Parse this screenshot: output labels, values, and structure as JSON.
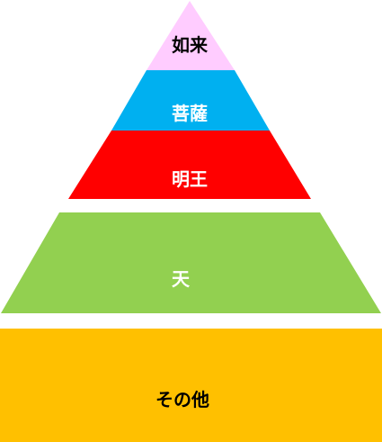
{
  "tiers": [
    {
      "label": "如来",
      "color": "#ffccff",
      "text_color": "#000000"
    },
    {
      "label": "菩薩",
      "color": "#00b0f0",
      "text_color": "#ffffff"
    },
    {
      "label": "明王",
      "color": "#ff0000",
      "text_color": "#ffffff"
    },
    {
      "label": "天",
      "color": "#92d050",
      "text_color": "#ffffff"
    },
    {
      "label": "その他",
      "color": "#ffc000",
      "text_color": "#000000"
    }
  ]
}
